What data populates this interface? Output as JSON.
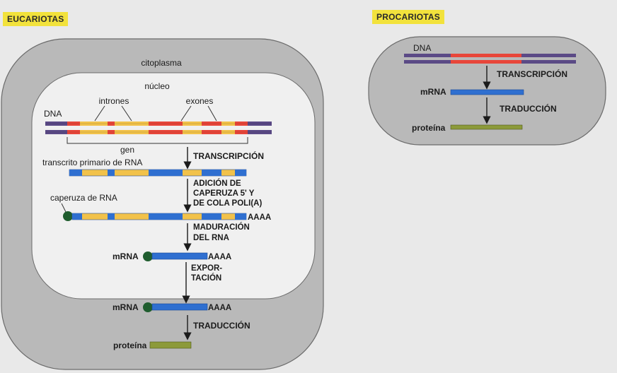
{
  "eukaryotes": {
    "badge": "EUCARIOTAS",
    "cytoplasm_label": "citoplasma",
    "nucleus_label": "núcleo",
    "dna_label": "DNA",
    "introns_label": "intrones",
    "exons_label": "exones",
    "gene_label": "gen",
    "step_transcription": "TRANSCRIPCIÓN",
    "primary_transcript_label": "transcrito primario de RNA",
    "step_capping": [
      "ADICIÓN DE",
      "CAPERUZA 5' Y",
      "DE COLA POLI(A)"
    ],
    "cap_label": "caperuza de RNA",
    "polya_tail": "AAAA",
    "step_maturation": [
      "MADURACIÓN",
      "DEL RNA"
    ],
    "mrna_label": "mRNA",
    "step_export": [
      "EXPOR-",
      "TACIÓN"
    ],
    "step_translation": "TRADUCCIÓN",
    "protein_label": "proteína"
  },
  "prokaryotes": {
    "badge": "PROCARIOTAS",
    "dna_label": "DNA",
    "step_transcription": "TRANSCRIPCIÓN",
    "mrna_label": "mRNA",
    "step_translation": "TRADUCCIÓN",
    "protein_label": "proteína"
  },
  "colors": {
    "cell_fill": "#b9b9b9",
    "nucleus_fill": "#f0f0f0",
    "dna_flank": "#5b4a86",
    "exon": "#e8463a",
    "intron": "#f2c24a",
    "rna_blue": "#2f6fd0",
    "cap_green": "#1f5d2e",
    "protein": "#8c9a3a"
  }
}
